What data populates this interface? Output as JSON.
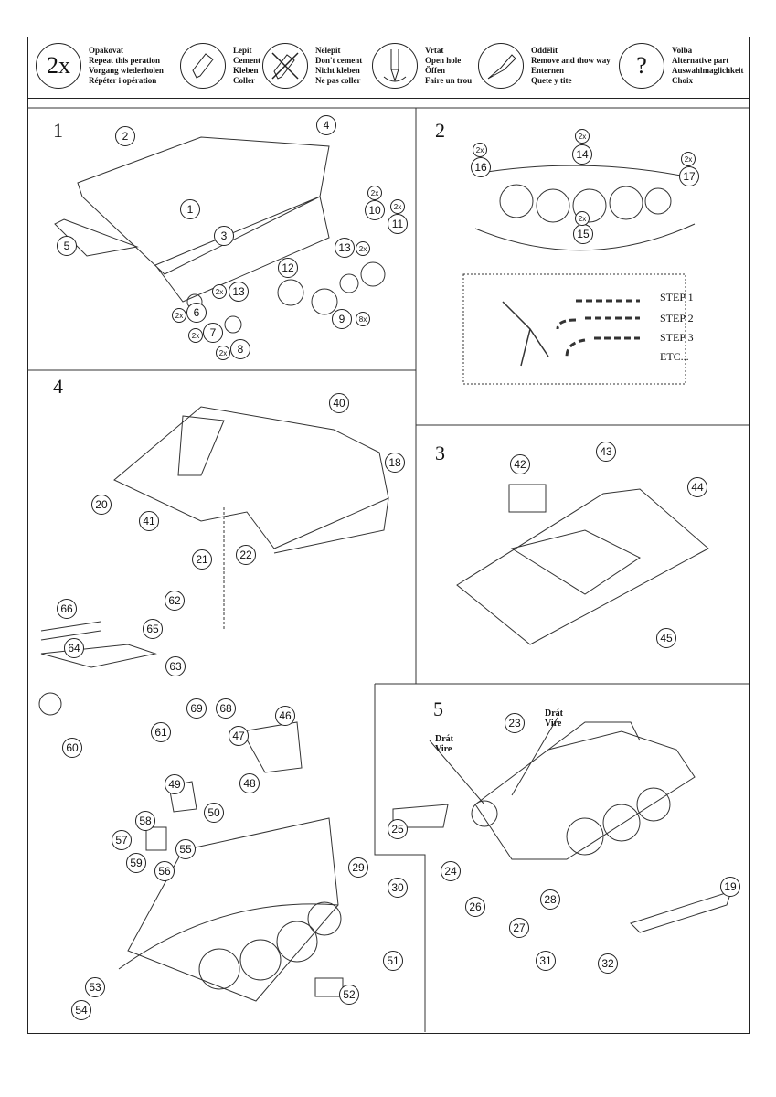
{
  "legend": [
    {
      "icon": "2x",
      "lines": [
        "Opakovat",
        "Repeat this peration",
        "Vorgang wiederholen",
        "Répéter i opération"
      ]
    },
    {
      "icon": "cement-tube",
      "lines": [
        "Lepit",
        "Cement",
        "Kleben",
        "Coller"
      ]
    },
    {
      "icon": "no-cement",
      "lines": [
        "Nelepit",
        "Don't cement",
        "Nicht kleben",
        "Ne pas coller"
      ]
    },
    {
      "icon": "drill",
      "lines": [
        "Vrtat",
        "Open hole",
        "Öffen",
        "Faire un trou"
      ]
    },
    {
      "icon": "knife",
      "lines": [
        "Oddělit",
        "Remove and thow way",
        "Enternen",
        "Quete y tite"
      ]
    },
    {
      "icon": "?",
      "lines": [
        "Volba",
        "Alternative part",
        "Auswahlmaglichkeit",
        "Choix"
      ]
    }
  ],
  "steps": [
    "1",
    "2",
    "3",
    "4",
    "5"
  ],
  "multiplier": "2x",
  "multiplier8": "8x",
  "step2_legend": [
    "STEP 1",
    "STEP 2",
    "STEP 3",
    "ETC..."
  ],
  "wire_label": [
    "Drát",
    "Vire"
  ],
  "parts": {
    "s1": [
      "1",
      "2",
      "3",
      "4",
      "5",
      "6",
      "7",
      "8",
      "9",
      "10",
      "11",
      "12",
      "13",
      "13"
    ],
    "s2": [
      "14",
      "15",
      "16",
      "17"
    ],
    "s3": [
      "42",
      "43",
      "44",
      "45"
    ],
    "s4": [
      "40",
      "18",
      "20",
      "41",
      "21",
      "22",
      "62",
      "66",
      "65",
      "64",
      "63",
      "68",
      "69",
      "60",
      "61",
      "46",
      "47",
      "48",
      "49",
      "50",
      "58",
      "57",
      "55",
      "59",
      "56",
      "29",
      "30",
      "51",
      "52",
      "53",
      "54"
    ],
    "s5": [
      "23",
      "25",
      "24",
      "26",
      "27",
      "28",
      "31",
      "32",
      "19"
    ]
  }
}
